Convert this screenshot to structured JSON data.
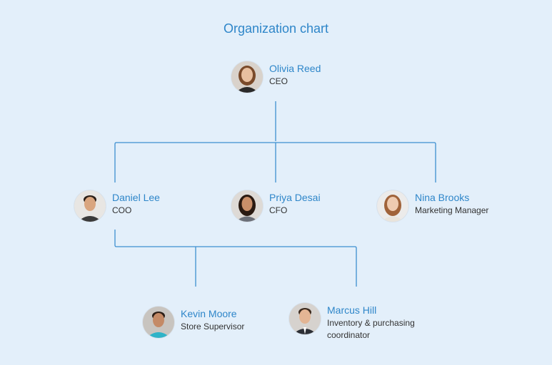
{
  "title": "Organization chart",
  "nodes": {
    "olivia": {
      "name": "Olivia Reed",
      "role": "CEO",
      "skin": "#e8bf9f",
      "hair": "#7a4a2a",
      "shirt": "#2a2a2a",
      "bg": "#d9d2cb"
    },
    "daniel": {
      "name": "Daniel Lee",
      "role": "COO",
      "skin": "#d9a57f",
      "hair": "#2b1f18",
      "shirt": "#3a3a3a",
      "bg": "#e8e6e3"
    },
    "priya": {
      "name": "Priya Desai",
      "role": "CFO",
      "skin": "#c98f6a",
      "hair": "#2a1a12",
      "shirt": "#6b6f78",
      "bg": "#dedad6"
    },
    "nina": {
      "name": "Nina Brooks",
      "role": "Marketing Manager",
      "skin": "#efcbb0",
      "hair": "#a0633a",
      "shirt": "#e9e4dc",
      "bg": "#ecebea"
    },
    "kevin": {
      "name": "Kevin Moore",
      "role": "Store Supervisor",
      "skin": "#c48a66",
      "hair": "#2c1e16",
      "shirt": "#2fb3c8",
      "bg": "#c8c4bf"
    },
    "marcus": {
      "name": "Marcus Hill",
      "role": "Inventory & purchasing coordinator",
      "skin": "#e3b594",
      "hair": "#3b2a1e",
      "shirt": "#2c2f36",
      "bg": "#d6d2ce"
    }
  }
}
